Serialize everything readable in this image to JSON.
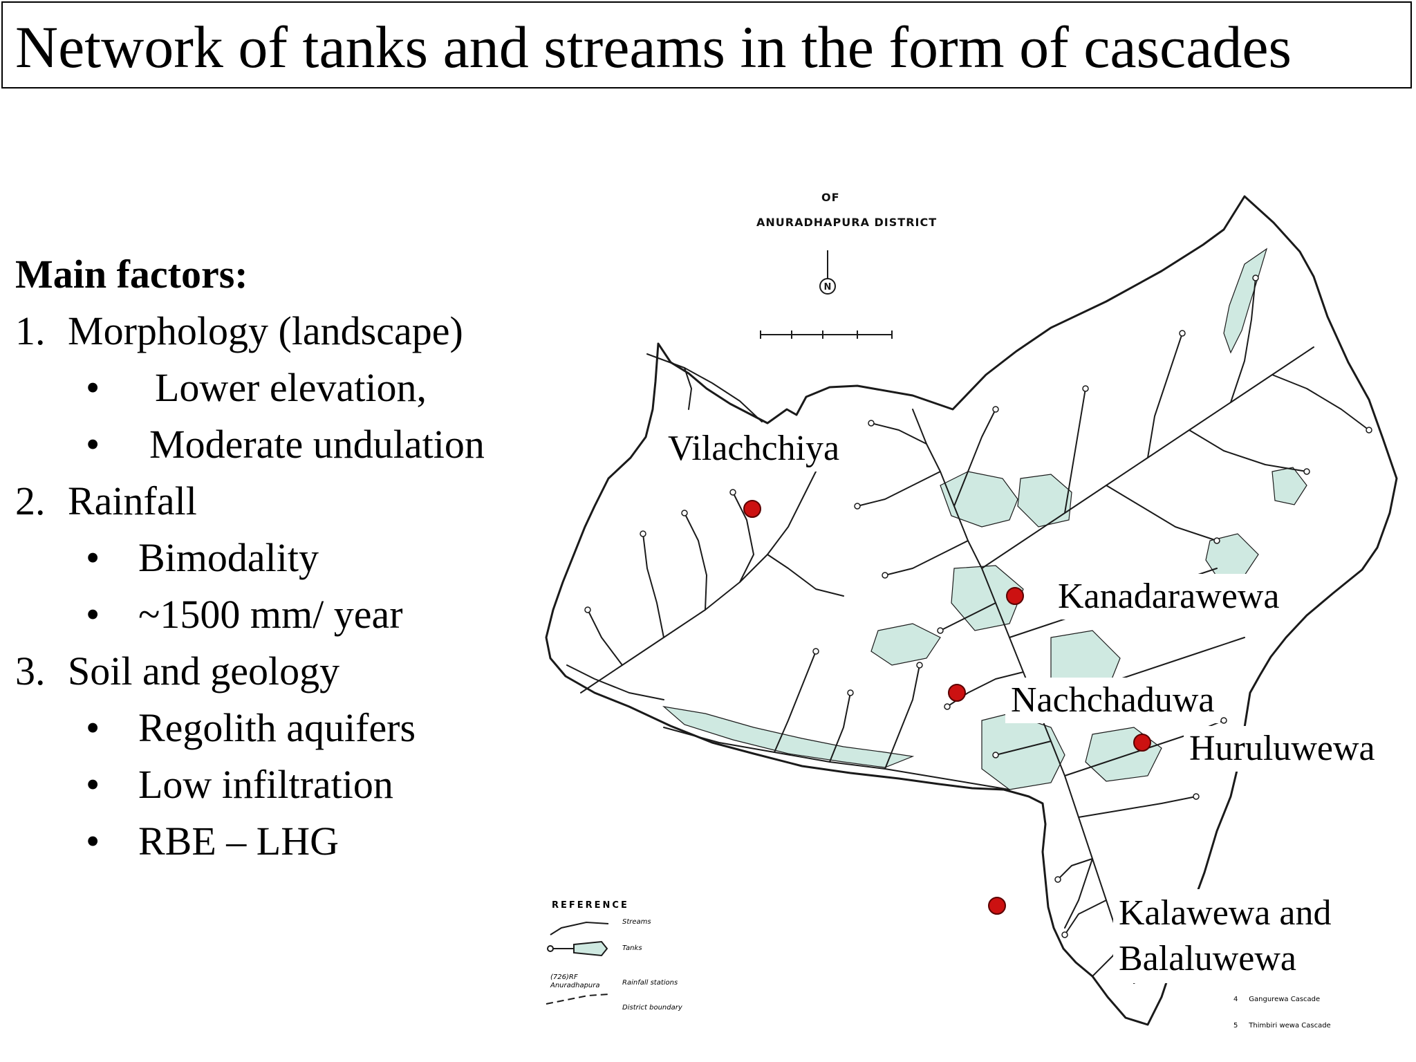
{
  "slide": {
    "title": "Network of tanks and streams in the form of cascades"
  },
  "factors": {
    "heading": "Main factors:",
    "items": [
      {
        "number": "1.",
        "label": "Morphology (landscape)",
        "bullets": [
          "Lower elevation,",
          "Moderate undulation"
        ]
      },
      {
        "number": "2.",
        "label": "Rainfall",
        "bullets": [
          "Bimodality",
          "~1500 mm/ year"
        ]
      },
      {
        "number": "3.",
        "label": "Soil and geology",
        "bullets": [
          "Regolith aquifers",
          "Low infiltration",
          "RBE – LHG"
        ]
      }
    ],
    "bullet_symbol": "•"
  },
  "map": {
    "header_line1": "OF",
    "header_line2": "ANURADHAPURA DISTRICT",
    "north_symbol": "N",
    "stream_color": "#1a1a1a",
    "tank_color": "#cfe9e1",
    "marker_color": "#cc1111",
    "places": [
      {
        "name": "Vilachchiya"
      },
      {
        "name": "Kanadarawewa"
      },
      {
        "name": "Nachchaduwa"
      },
      {
        "name": "Huruluwewa"
      },
      {
        "name": "Kalawewa and",
        "name2": "Balaluwewa"
      }
    ],
    "reference": {
      "title": "REFERENCE",
      "streams": "Streams",
      "tanks": "Tanks",
      "rainfall": "Rainfall stations",
      "boundary": "District boundary",
      "station_code": "(726)RF",
      "station_name": "Anuradhapura"
    },
    "cascades": [
      {
        "number": "4",
        "name": "Gangurewa Cascade"
      },
      {
        "number": "5",
        "name": "Thimbiri wewa Cascade"
      }
    ]
  }
}
